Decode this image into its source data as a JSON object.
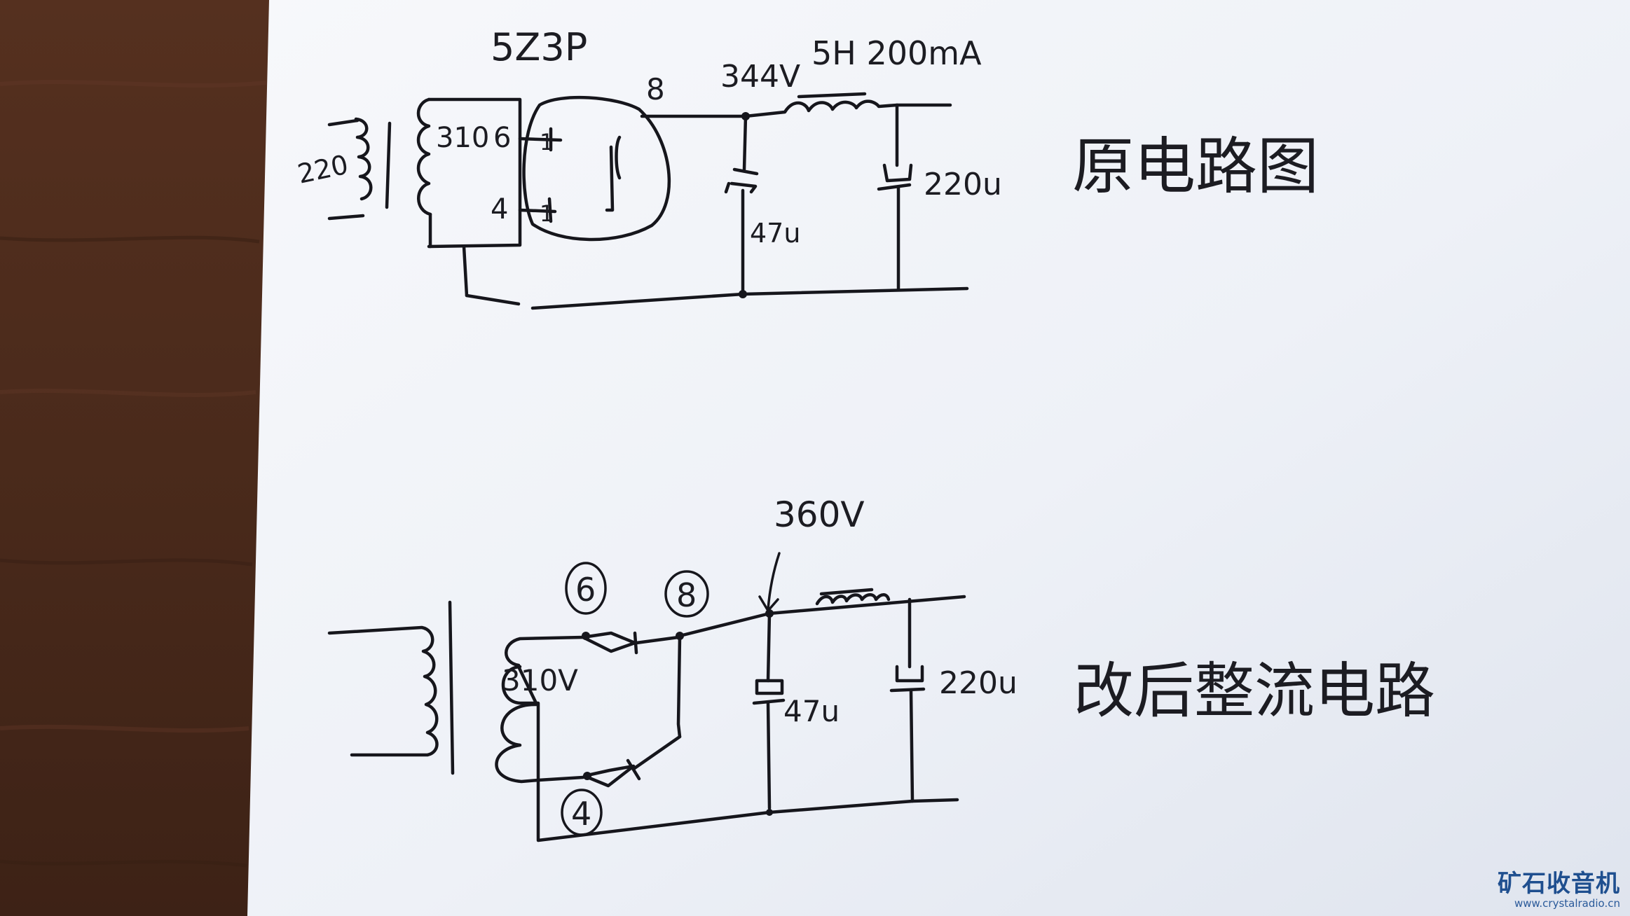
{
  "diagram_1": {
    "title": "原电路图",
    "tube": "5Z3P",
    "pin_8": "8",
    "voltage_out": "344V",
    "choke": "5H 200mA",
    "cap_1": "47u",
    "cap_2": "220u",
    "primary": "220",
    "secondary": "310",
    "pin_6": "6",
    "pin_4": "4",
    "tube_pin_a": "1",
    "tube_pin_b": "1"
  },
  "diagram_2": {
    "title": "改后整流电路",
    "voltage_out": "360V",
    "secondary": "310V",
    "node_6": "6",
    "node_8": "8",
    "node_4": "4",
    "cap_1": "47u",
    "cap_2": "220u"
  },
  "watermark": {
    "site_name": "矿石收音机",
    "url": "www.crystalradio.cn"
  },
  "colors": {
    "table": "#4a2a1c",
    "paper": "#f2f4f9",
    "ink": "#16161c",
    "watermark": "#1f4f8f"
  }
}
